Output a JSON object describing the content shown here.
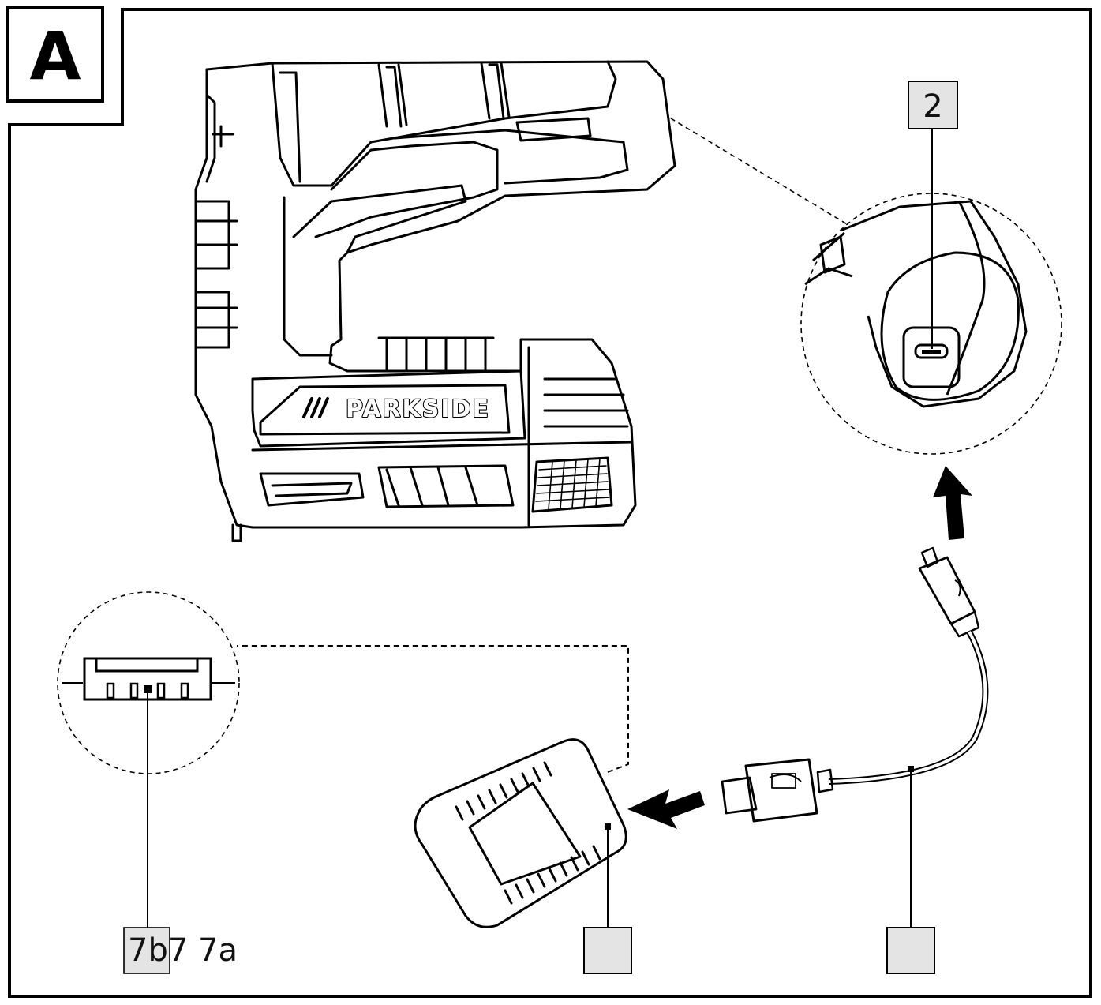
{
  "panel": {
    "letter": "A"
  },
  "device": {
    "brand": "PARKSIDE"
  },
  "callouts": {
    "usb_c_port": "2",
    "contacts": "7b7 7a",
    "charger": "",
    "cable": ""
  }
}
